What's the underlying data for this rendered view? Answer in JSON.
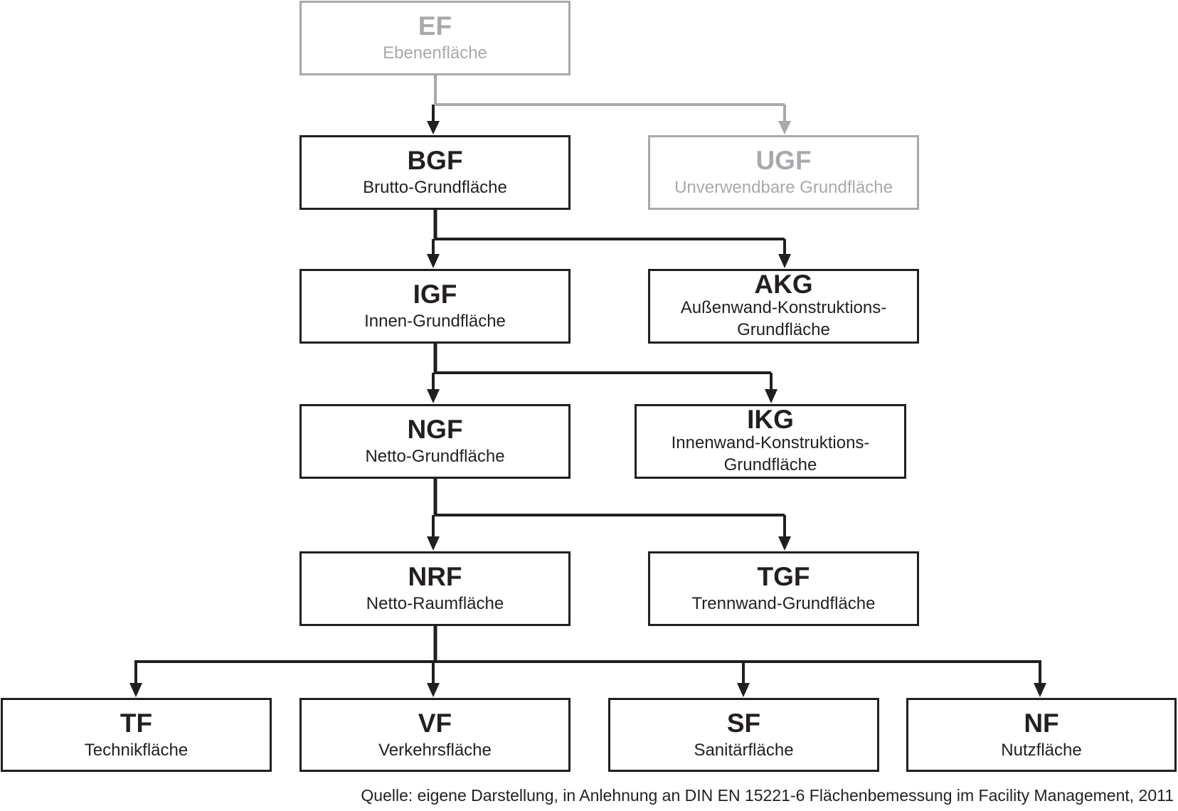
{
  "colors": {
    "primary": "#231f20",
    "muted": "#a7a9ac",
    "background": "#ffffff"
  },
  "nodes": {
    "ef": {
      "abbr": "EF",
      "label": "Ebenenfläche",
      "muted": true
    },
    "bgf": {
      "abbr": "BGF",
      "label": "Brutto-Grundfläche",
      "muted": false
    },
    "ugf": {
      "abbr": "UGF",
      "label": "Unverwendbare Grundfläche",
      "muted": true
    },
    "igf": {
      "abbr": "IGF",
      "label": "Innen-Grundfläche",
      "muted": false
    },
    "akg": {
      "abbr": "AKG",
      "label": "Außenwand-Konstruktions-Grundfläche",
      "label_line1": "Außenwand-Konstruktions-",
      "label_line2": "Grundfläche",
      "muted": false
    },
    "ngf": {
      "abbr": "NGF",
      "label": "Netto-Grundfläche",
      "muted": false
    },
    "ikg": {
      "abbr": "IKG",
      "label": "Innenwand-Konstruktions-Grundfläche",
      "label_line1": "Innenwand-Konstruktions-",
      "label_line2": "Grundfläche",
      "muted": false
    },
    "nrf": {
      "abbr": "NRF",
      "label": "Netto-Raumfläche",
      "muted": false
    },
    "tgf": {
      "abbr": "TGF",
      "label": "Trennwand-Grundfläche",
      "muted": false
    },
    "tf": {
      "abbr": "TF",
      "label": "Technikfläche",
      "muted": false
    },
    "vf": {
      "abbr": "VF",
      "label": "Verkehrsfläche",
      "muted": false
    },
    "sf": {
      "abbr": "SF",
      "label": "Sanitärfläche",
      "muted": false
    },
    "nf": {
      "abbr": "NF",
      "label": "Nutzfläche",
      "muted": false
    }
  },
  "edges": [
    {
      "from": "ef",
      "to": [
        "bgf",
        "ugf"
      ],
      "muted": true
    },
    {
      "from": "bgf",
      "to": [
        "igf",
        "akg"
      ],
      "muted": false
    },
    {
      "from": "igf",
      "to": [
        "ngf",
        "ikg"
      ],
      "muted": false
    },
    {
      "from": "ngf",
      "to": [
        "nrf",
        "tgf"
      ],
      "muted": false
    },
    {
      "from": "nrf",
      "to": [
        "tf",
        "vf",
        "sf",
        "nf"
      ],
      "muted": false
    }
  ],
  "caption": "Quelle: eigene Darstellung, in Anlehnung an DIN EN 15221-6 Flächenbemessung im Facility Management, 2011"
}
